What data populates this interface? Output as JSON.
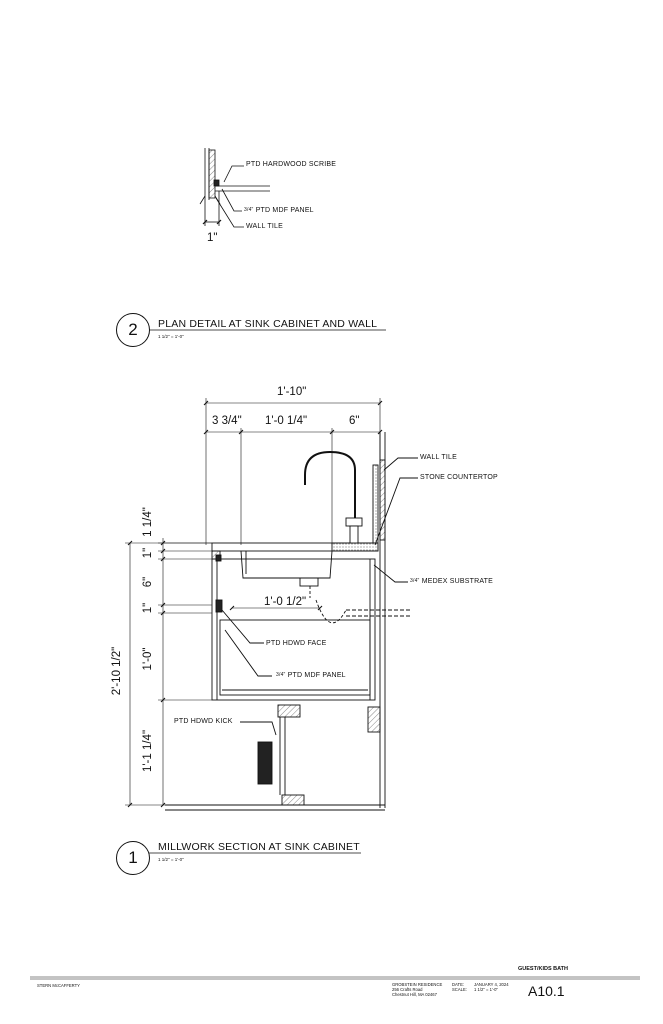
{
  "detail_top": {
    "labels": {
      "scribe": "PTD HARDWOOD SCRIBE",
      "mdf_fraction": "3/4\"",
      "mdf": "PTD MDF PANEL",
      "tile": "WALL TILE"
    },
    "dim": "1\""
  },
  "detail_2": {
    "number": "2",
    "title": "PLAN DETAIL AT SINK CABINET AND WALL",
    "scale": "1 1/2\" = 1'-0\""
  },
  "section": {
    "dims": {
      "overall_width": "1'-10\"",
      "w1": "3 3/4\"",
      "w2": "1'-0 1/4\"",
      "w3": "6\"",
      "drawer_width": "1'-0 1/2\"",
      "overall_height": "2'-10 1/2\"",
      "h_top": "1 1/4\"",
      "h_1a": "1\"",
      "h_6": "6\"",
      "h_1b": "1\"",
      "h_10": "1'-0\"",
      "h_kick": "1'-1 1/4\""
    },
    "labels": {
      "wall_tile": "WALL TILE",
      "countertop": "STONE COUNTERTOP",
      "medex_fraction": "3/4\"",
      "medex": "MEDEX SUBSTRATE",
      "hdwd_face": "PTD HDWD FACE",
      "mdf_fraction": "3/4\"",
      "mdf": "PTD MDF PANEL",
      "kick": "PTD HDWD KICK"
    }
  },
  "detail_1": {
    "number": "1",
    "title": "MILLWORK SECTION AT SINK CABINET",
    "scale": "1 1/2\" = 1'-0\""
  },
  "titleblock": {
    "sheet_name": "GUEST/KIDS BATH",
    "firm": "STERN McCAFFERTY",
    "project_lines": [
      "GROBSTEIN RESIDENCE",
      "256 Crafts Road",
      "Chestnut Hill, MA 02467"
    ],
    "date_label": "DATE:",
    "scale_label": "SCALE:",
    "date_value": "JANUARY 4, 2024",
    "scale_value": "1 1/2\" = 1'-0\"",
    "sheet_number": "A10.1"
  }
}
